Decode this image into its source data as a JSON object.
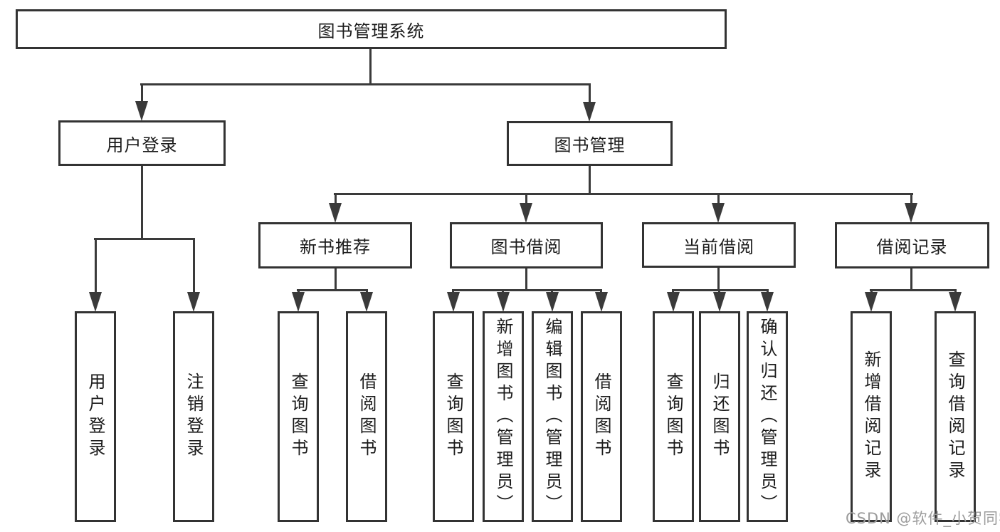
{
  "diagram": {
    "root": {
      "label": "图书管理系统"
    },
    "level2": {
      "user_login": {
        "label": "用户登录"
      },
      "book_management": {
        "label": "图书管理"
      }
    },
    "level3": {
      "new_books": {
        "label": "新书推荐"
      },
      "book_borrow": {
        "label": "图书借阅"
      },
      "current_borrow": {
        "label": "当前借阅"
      },
      "borrow_records": {
        "label": "借阅记录"
      }
    },
    "leaves": {
      "user_login": {
        "label": "用户登录"
      },
      "logout": {
        "label": "注销登录"
      },
      "nb_query_books": {
        "label": "查询图书"
      },
      "nb_borrow_books": {
        "label": "借阅图书"
      },
      "bb_query_books": {
        "label": "查询图书"
      },
      "bb_add_books": {
        "label": "新增图书（管理员）"
      },
      "bb_edit_books": {
        "label": "编辑图书（管理员）"
      },
      "bb_borrow_books": {
        "label": "借阅图书"
      },
      "cb_query_books": {
        "label": "查询图书"
      },
      "cb_return_books": {
        "label": "归还图书"
      },
      "cb_confirm_return": {
        "label": "确认归还（管理员）"
      },
      "br_add_record": {
        "label": "新增借阅记录"
      },
      "br_query_record": {
        "label": "查询借阅记录"
      }
    }
  },
  "watermark": {
    "text": "CSDN @软件_小贺同学"
  },
  "colors": {
    "background": "#ffffff",
    "border": "#333333",
    "line": "#3a3a3a",
    "text": "#1c1c1c",
    "watermark": "#9c9c9c"
  }
}
